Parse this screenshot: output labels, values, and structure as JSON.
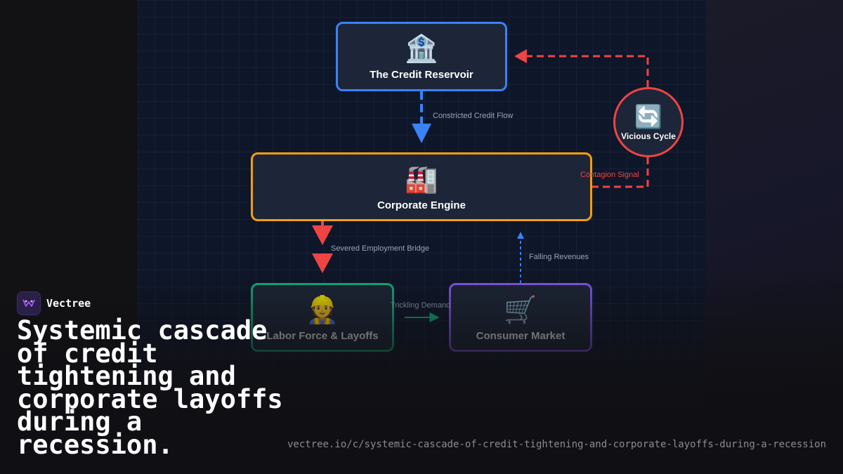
{
  "brand": {
    "name": "Vectree"
  },
  "headline": "Systemic cascade of credit tightening and corporate layoffs during a recession.",
  "url": "vectree.io/c/systemic-cascade-of-credit-tightening-and-corporate-layoffs-during-a-recession",
  "diagram": {
    "nodes": {
      "bank": {
        "icon": "🏦",
        "icon_name": "bank-icon",
        "label": "The Credit Reservoir",
        "color": "#3b82f6"
      },
      "corporate": {
        "icon": "🏭",
        "icon_name": "factory-icon",
        "label": "Corporate Engine",
        "color": "#f59e0b"
      },
      "labor": {
        "icon": "👷",
        "icon_name": "worker-icon",
        "label": "Labor Force & Layoffs",
        "color": "#10b981"
      },
      "consumer": {
        "icon": "🛒",
        "icon_name": "shopping-cart-icon",
        "label": "Consumer Market",
        "color": "#8b5cf6"
      },
      "cycle": {
        "icon": "🔄",
        "icon_name": "cycle-arrows-icon",
        "label": "Vicious Cycle",
        "color": "#ef4444"
      }
    },
    "edges": {
      "credit_flow": "Constricted Credit Flow",
      "contagion": "Contagion Signal",
      "employment": "Severed Employment Bridge",
      "demand": "Trickling Demand",
      "revenues": "Falling Revenues"
    }
  }
}
